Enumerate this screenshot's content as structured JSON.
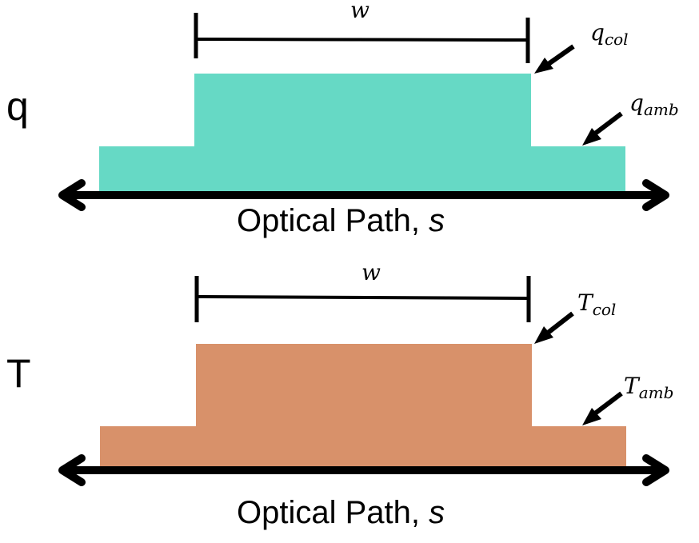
{
  "panels": [
    {
      "id": "q",
      "row_label": "q",
      "fill_color": "#66d9c5",
      "width_label": "w",
      "peak_label": {
        "main": "q",
        "sub": "col"
      },
      "ambient_label": {
        "main": "q",
        "sub": "amb"
      },
      "axis_label": {
        "text": "Optical Path, ",
        "var": "s"
      }
    },
    {
      "id": "T",
      "row_label": "T",
      "fill_color": "#d8916a",
      "width_label": "w",
      "peak_label": {
        "main": "T",
        "sub": "col"
      },
      "ambient_label": {
        "main": "T",
        "sub": "amb"
      },
      "axis_label": {
        "text": "Optical Path, ",
        "var": "s"
      }
    }
  ]
}
